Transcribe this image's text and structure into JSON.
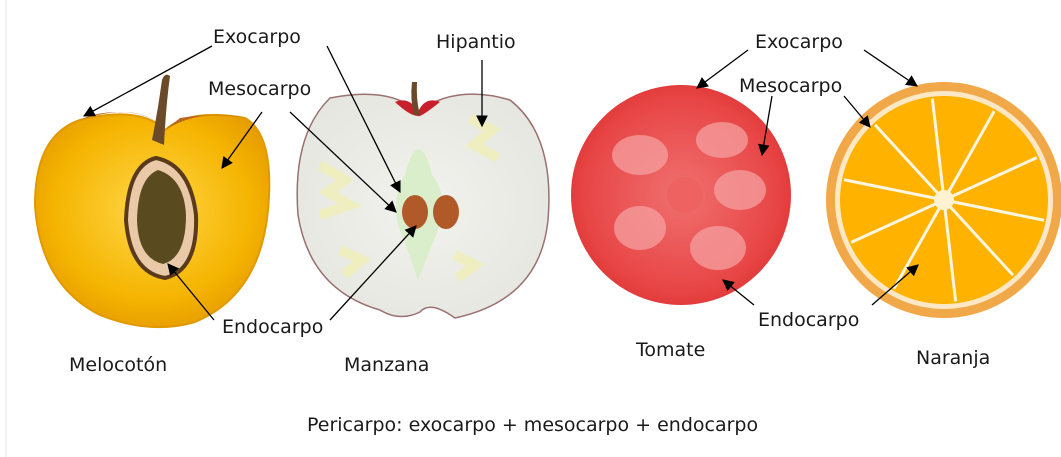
{
  "labels": {
    "exocarpo_left": "Exocarpo",
    "mesocarpo_left": "Mesocarpo",
    "hipantio": "Hipantio",
    "endocarpo_left": "Endocarpo",
    "exocarpo_right": "Exocarpo",
    "mesocarpo_right": "Mesocarpo",
    "endocarpo_right": "Endocarpo"
  },
  "fruits": {
    "melocoton": "Melocotón",
    "manzana": "Manzana",
    "tomate": "Tomate",
    "naranja": "Naranja"
  },
  "caption": "Pericarpo: exocarpo + mesocarpo + endocarpo",
  "colors": {
    "peach_flesh": "#f6b400",
    "peach_skin": "#d98200",
    "peach_stone": "#5a3a1a",
    "apple_flesh": "#eeeeee",
    "apple_skin": "#c8202a",
    "tomato": "#e83a3a",
    "orange_flesh": "#ffb300",
    "orange_rind": "#f0a030"
  }
}
